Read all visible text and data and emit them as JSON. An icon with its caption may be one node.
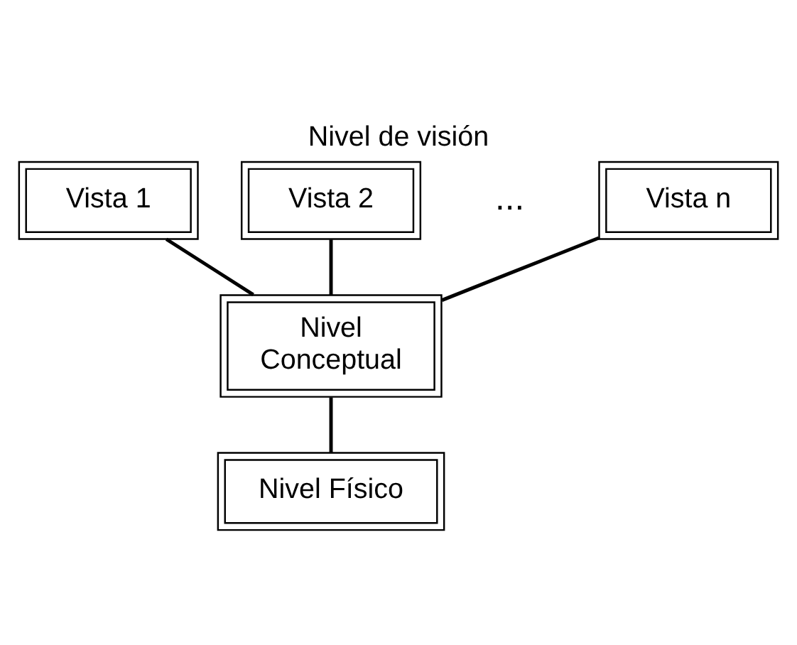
{
  "diagram": {
    "title": "Nivel de visión",
    "nodes": [
      {
        "text": [
          "Vista 1"
        ]
      },
      {
        "text": [
          "Vista 2"
        ]
      },
      {
        "text": [
          "Vista n"
        ]
      },
      {
        "text": [
          "Nivel Conceptual"
        ]
      },
      {
        "text": [
          "Nivel Físico"
        ]
      }
    ],
    "edges": [
      {
        "from": 0,
        "to": 3,
        "arrow": "none"
      },
      {
        "from": 1,
        "to": 3,
        "arrow": "none"
      },
      {
        "from": 2,
        "to": 3,
        "arrow": "none"
      },
      {
        "from": 3,
        "to": 4,
        "arrow": "none"
      }
    ],
    "labels": [
      "..."
    ]
  }
}
